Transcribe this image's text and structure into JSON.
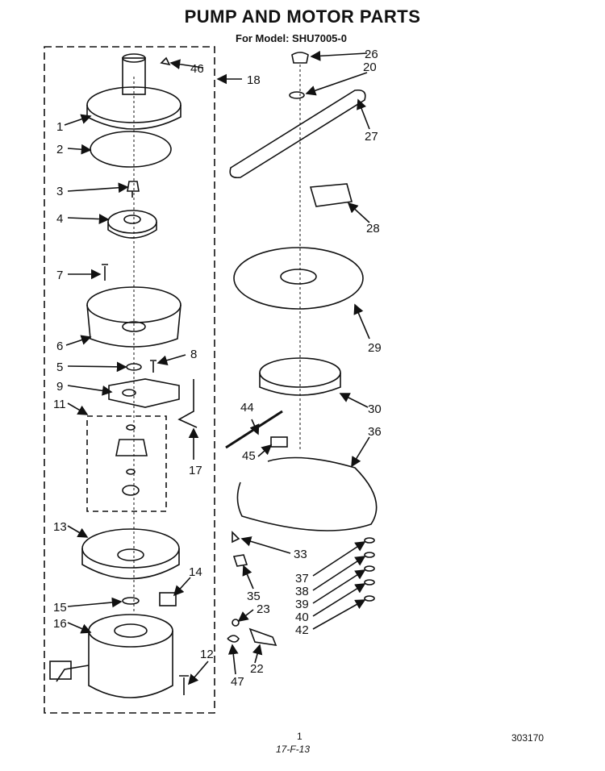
{
  "page": {
    "title": "PUMP AND MOTOR PARTS",
    "subtitle": "For Model: SHU7005-0",
    "catalog_number": "303170",
    "page_number": "1",
    "date_code": "17-F-13"
  },
  "callouts": [
    "46",
    "18",
    "1",
    "2",
    "3",
    "4",
    "7",
    "6",
    "5",
    "8",
    "9",
    "11",
    "17",
    "13",
    "14",
    "15",
    "16",
    "12",
    "26",
    "20",
    "27",
    "28",
    "29",
    "30",
    "44",
    "36",
    "45",
    "33",
    "37",
    "38",
    "39",
    "40",
    "42",
    "35",
    "23",
    "47",
    "22"
  ]
}
